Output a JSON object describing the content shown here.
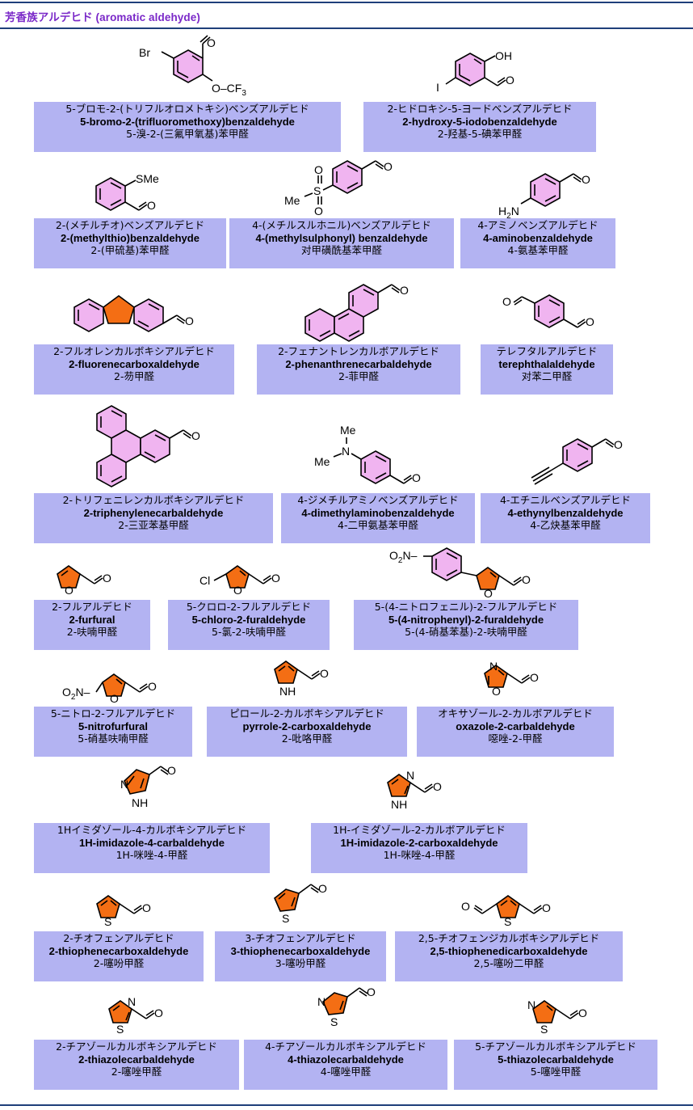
{
  "header": {
    "title": "芳香族アルデヒド (aromatic aldehyde)"
  },
  "colors": {
    "accent": "#7a28c8",
    "rule": "#1f3f7a",
    "label_bg": "#b3b3f2",
    "benzene": "#f0b4f0",
    "heteroring": "#f46e14"
  },
  "atoms": {
    "O": "O",
    "Br": "Br",
    "OCF3": "O–CF",
    "sub3": "3",
    "OH": "OH",
    "I": "I",
    "SMe": "SMe",
    "Me": "Me",
    "S": "S",
    "H2N": "H",
    "sub2": "2",
    "N": "N",
    "Cl": "Cl",
    "NO2": "O",
    "NH": "NH",
    "H": "H",
    "Nminus": "N–"
  },
  "compounds": [
    {
      "ja": "5-ブロモ-2-(トリフルオロメトキシ)ベンズアルデヒド",
      "en": "5-bromo-2-(trifluoromethoxy)benzaldehyde",
      "zh": "5-溴-2-(三氟甲氧基)苯甲醛"
    },
    {
      "ja": "2-ヒドロキシ-5-ヨードベンズアルデヒド",
      "en": "2-hydroxy-5-iodobenzaldehyde",
      "zh": "2-羟基-5-碘苯甲醛"
    },
    {
      "ja": "2-(メチルチオ)ベンズアルデヒド",
      "en": "2-(methylthio)benzaldehyde",
      "zh": "2-(甲硫基)苯甲醛"
    },
    {
      "ja": "4-(メチルスルホニル)ベンズアルデヒド",
      "en": "4-(methylsulphonyl) benzaldehyde",
      "zh": "对甲磺酰基苯甲醛"
    },
    {
      "ja": "4-アミノベンズアルデヒド",
      "en": "4-aminobenzaldehyde",
      "zh": "4-氨基苯甲醛"
    },
    {
      "ja": "2-フルオレンカルボキシアルデヒド",
      "en": "2-fluorenecarboxaldehyde",
      "zh": "2-芴甲醛"
    },
    {
      "ja": "2-フェナントレンカルボアルデヒド",
      "en": "2-phenanthrenecarbaldehyde",
      "zh": "2-菲甲醛"
    },
    {
      "ja": "テレフタルアルデヒド",
      "en": "terephthalaldehyde",
      "zh": "对苯二甲醛"
    },
    {
      "ja": "2-トリフェニレンカルボキシアルデヒド",
      "en": "2-triphenylenecarbaldehyde",
      "zh": "2-三亚苯基甲醛"
    },
    {
      "ja": "4-ジメチルアミノベンズアルデヒド",
      "en": "4-dimethylaminobenzaldehyde",
      "zh": "4-二甲氨基苯甲醛"
    },
    {
      "ja": "4-エチニルベンズアルデヒド",
      "en": "4-ethynylbenzaldehyde",
      "zh": "4-乙炔基苯甲醛"
    },
    {
      "ja": "2-フルアルデヒド",
      "en": "2-furfural",
      "zh": "2-呋喃甲醛"
    },
    {
      "ja": "5-クロロ-2-フルアルデヒド",
      "en": "5-chloro-2-furaldehyde",
      "zh": "5-氯-2-呋喃甲醛"
    },
    {
      "ja": "5-(4-ニトロフェニル)-2-フルアルデヒド",
      "en": "5-(4-nitrophenyl)-2-furaldehyde",
      "zh": "5-(4-硝基苯基)-2-呋喃甲醛"
    },
    {
      "ja": "5-ニトロ-2-フルアルデヒド",
      "en": "5-nitrofurfural",
      "zh": "5-硝基呋喃甲醛"
    },
    {
      "ja": "ピロール-2-カルボキシアルデヒド",
      "en": "pyrrole-2-carboxaldehyde",
      "zh": "2-吡咯甲醛"
    },
    {
      "ja": "オキサゾール-2-カルボアルデヒド",
      "en": "oxazole-2-carbaldehyde",
      "zh": "噁唑-2-甲醛"
    },
    {
      "ja": "1Hイミダゾール-4-カルボキシアルデヒド",
      "en": "1H-imidazole-4-carbaldehyde",
      "zh": "1H-咪唑-4-甲醛"
    },
    {
      "ja": "1H-イミダゾール-2-カルボアルデヒド",
      "en": "1H-imidazole-2-carboxaldehyde",
      "zh": "1H-咪唑-4-甲醛"
    },
    {
      "ja": "2-チオフェンアルデヒド",
      "en": "2-thiophenecarboxaldehyde",
      "zh": "2-噻吩甲醛"
    },
    {
      "ja": "3-チオフェンアルデヒド",
      "en": "3-thiophenecarboxaldehyde",
      "zh": "3-噻吩甲醛"
    },
    {
      "ja": "2,5-チオフェンジカルボキシアルデヒド",
      "en": "2,5-thiophenedicarboxaldehyde",
      "zh": "2,5-噻吩二甲醛"
    },
    {
      "ja": "2-チアゾールカルボキシアルデヒド",
      "en": "2-thiazolecarbaldehyde",
      "zh": "2-噻唑甲醛"
    },
    {
      "ja": "4-チアゾールカルボキシアルデヒド",
      "en": "4-thiazolecarbaldehyde",
      "zh": "4-噻唑甲醛"
    },
    {
      "ja": "5-チアゾールカルボキシアルデヒド",
      "en": "5-thiazolecarbaldehyde",
      "zh": "5-噻唑甲醛"
    }
  ]
}
